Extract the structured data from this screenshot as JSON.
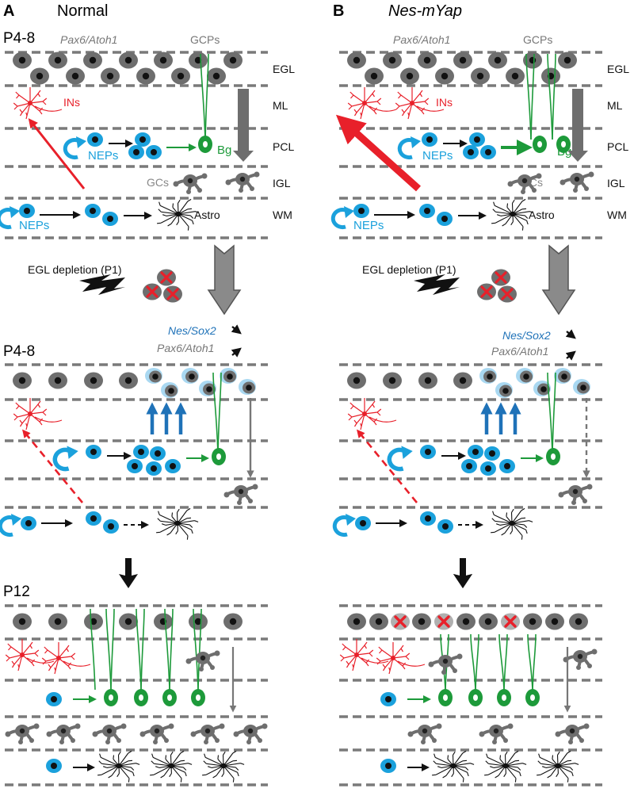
{
  "panels": {
    "a": {
      "letter": "A",
      "title": "Normal"
    },
    "b": {
      "letter": "B",
      "title": "Nes-mYap"
    }
  },
  "stages": {
    "p48": "P4-8",
    "p12": "P12"
  },
  "labels": {
    "pax6_atoh1": "Pax6/Atoh1",
    "gcps": "GCPs",
    "ins": "INs",
    "neps": "NEPs",
    "bg": "Bg",
    "gcs": "GCs",
    "astro": "Astro",
    "egl_depletion": "EGL depletion (P1)",
    "nes_sox2": "Nes/Sox2"
  },
  "layers": [
    "EGL",
    "ML",
    "PCL",
    "IGL",
    "WM"
  ],
  "colors": {
    "nep_blue": "#1ba1dc",
    "bergmann_green": "#1d9a3a",
    "interneuron_red": "#e8202a",
    "granule_gray": "#6e6e6e",
    "migration_arrow_blue": "#1f72b8"
  }
}
